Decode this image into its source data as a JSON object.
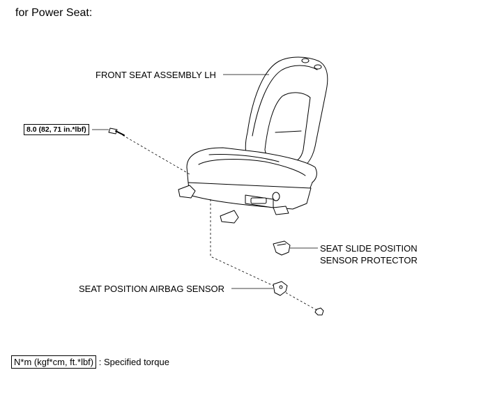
{
  "heading": "for Power Seat:",
  "labels": {
    "front_seat": "FRONT SEAT ASSEMBLY LH",
    "slide_sensor_line1": "SEAT SLIDE POSITION",
    "slide_sensor_line2": "SENSOR PROTECTOR",
    "airbag_sensor": "SEAT POSITION AIRBAG SENSOR"
  },
  "torque": "8.0 (82, 71 in.*lbf)",
  "legend": {
    "box": "N*m (kgf*cm, ft.*lbf)",
    "text": ": Specified torque"
  }
}
